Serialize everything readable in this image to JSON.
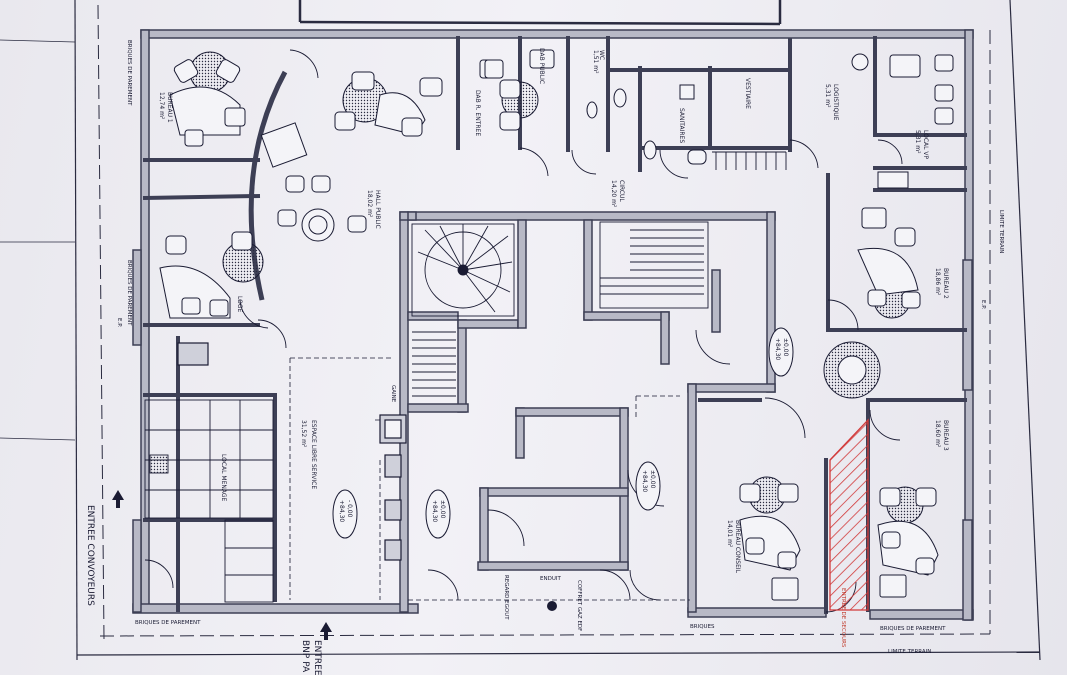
{
  "plan": {
    "rooms": {
      "bureau1": {
        "name": "BUREAU 1",
        "area": "12,74 m²"
      },
      "bureau2": {
        "name": "BUREAU 2",
        "area": "18,86 m²"
      },
      "bureau3": {
        "name": "BUREAU 3",
        "area": "18,60 m²"
      },
      "bureau4": {
        "name": "LOGE",
        "area": ""
      },
      "hall_public": {
        "name": "HALL PUBLIC",
        "area": "18,02 m²"
      },
      "espace_libre_service": {
        "name": "ESPACE LIBRE SERVICE",
        "area": "31,52 m²"
      },
      "bureau_conseil": {
        "name": "BUREAU CONSEIL",
        "area": "14,01 m²"
      },
      "logistique": {
        "name": "LOGISTIQUE",
        "area": "5,31 m²"
      },
      "local_vp": {
        "name": "LOCAL VP",
        "area": "5,31 m²"
      },
      "circul": {
        "name": "CIRCUL",
        "area": "14,20 m²"
      },
      "dab_public": {
        "name": "DAB PUBLIC",
        "area": ""
      },
      "dab": {
        "name": "DAB R. ENTREE",
        "area": ""
      },
      "wc": {
        "name": "WC",
        "area": "1,51 m²"
      },
      "sanitaires": {
        "name": "SANITAIRES",
        "area": ""
      },
      "vestiaire": {
        "name": "VESTIAIRE",
        "area": ""
      },
      "local_menage": {
        "name": "LOCAL MENAGE",
        "area": ""
      }
    },
    "levels": {
      "l1": {
        "top": "- 0,00",
        "bottom": "+84,30"
      },
      "l2": {
        "top": "±0,00",
        "bottom": "+84,30"
      },
      "l3": {
        "top": "±0,00",
        "bottom": "+84,30"
      },
      "l4": {
        "top": "±0,00",
        "bottom": "+84,30"
      }
    },
    "edge_labels": {
      "briques1": "BRIQUES DE PAREMENT",
      "briques2": "BRIQUES DE PAREMENT",
      "briques3": "BRIQUES DE PAREMENT",
      "briques4": "BRIQUES",
      "briques5": "BRIQUES DE PAREMENT",
      "limite1": "LIMITE TERRAIN",
      "limite2": "LIMITE TERRAIN",
      "entree_convoyeurs": "ENTREE CONVOYEURS",
      "entree_public": "ENTREE",
      "bnp": "BNP PA",
      "regard": "REGARD EGOUT",
      "coffret": "COFFRET GAZ EDF",
      "enduit": "ENDUIT",
      "entree_secours": "ENTREE DE SECOURS",
      "gaine": "GAINE",
      "ep1": "E.P.",
      "ep2": "E.P."
    }
  },
  "colors": {
    "ink": "#1a1b33",
    "wall": "#4b4d63",
    "wall_fill": "#b8b9c6",
    "hatch": "#d23a3a",
    "paper": "#efeef4"
  }
}
